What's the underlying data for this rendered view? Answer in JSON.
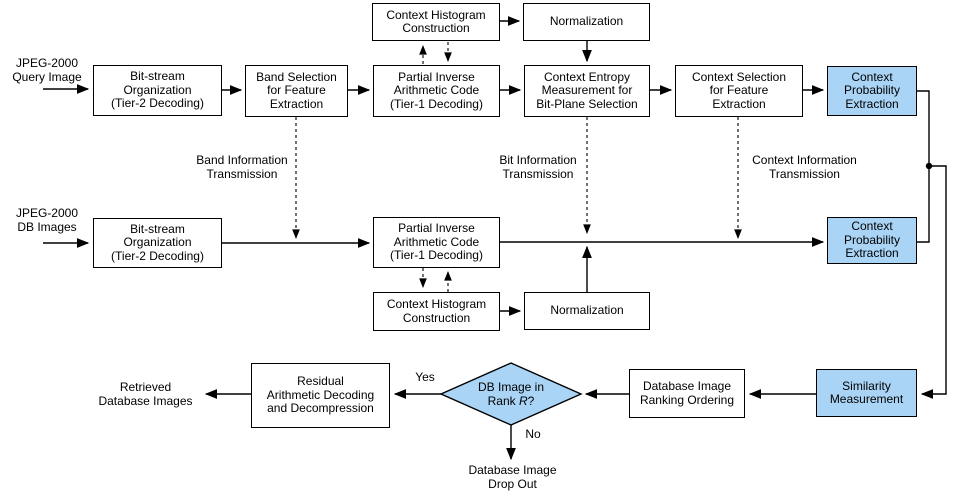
{
  "colors": {
    "accent_blue": "#A9D4F5",
    "line_color": "#000000"
  },
  "inputs": {
    "query": "JPEG-2000\nQuery Image",
    "db": "JPEG-2000\nDB Images"
  },
  "boxes": {
    "ctx_hist_top": "Context Histogram\nConstruction",
    "norm_top": "Normalization",
    "bitstream_query": "Bit-stream\nOrganization\n(Tier-2 Decoding)",
    "band_sel": "Band Selection\nfor Feature\nExtraction",
    "partial_inv_top": "Partial Inverse\nArithmetic Code\n(Tier-1 Decoding)",
    "ctx_entropy": "Context Entropy\nMeasurement for\nBit-Plane Selection",
    "ctx_sel": "Context Selection\nfor Feature\nExtraction",
    "ctx_prob_top": "Context\nProbability\nExtraction",
    "bitstream_db": "Bit-stream\nOrganization\n(Tier-2 Decoding)",
    "partial_inv_bot": "Partial Inverse\nArithmetic Code\n(Tier-1 Decoding)",
    "ctx_prob_bot": "Context\nProbability\nExtraction",
    "ctx_hist_bot": "Context Histogram\nConstruction",
    "norm_bot": "Normalization",
    "residual": "Residual\nArithmetic Decoding\nand Decompression",
    "db_ranking": "Database Image\nRanking Ordering",
    "similarity": "Similarity\nMeasurement"
  },
  "decision": {
    "line1": "DB Image in",
    "rank_prefix": "Rank ",
    "rank_var": "R",
    "rank_suffix": "?"
  },
  "edge_labels": {
    "band_info": "Band Information\nTransmission",
    "bit_info": "Bit Information\nTransmission",
    "ctx_info": "Context Information\nTransmission",
    "yes": "Yes",
    "no": "No",
    "drop_out": "Database Image\nDrop Out",
    "retrieved": "Retrieved\nDatabase Images"
  }
}
